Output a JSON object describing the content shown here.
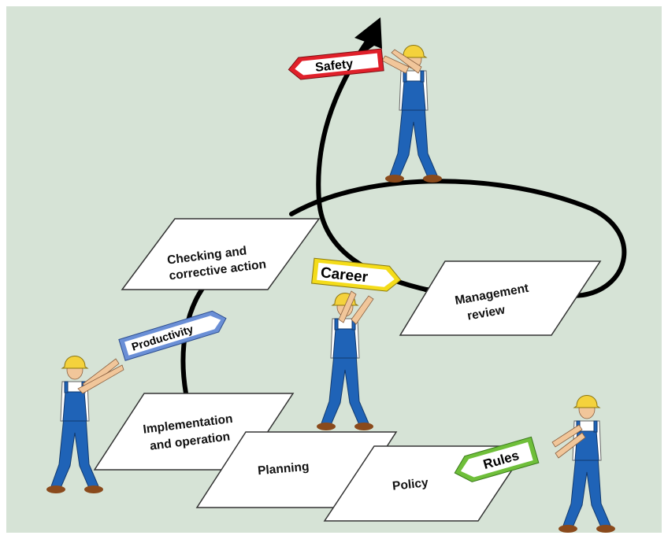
{
  "colors": {
    "background": "#d6e3d6",
    "border": "#ffffff",
    "card": "#ffffff",
    "path": "#000000",
    "overalls": "#1f63b7",
    "shirt": "#ffffff",
    "helmet": "#f4d23c",
    "skin": "#f1c69a",
    "boots": "#8a4a1c",
    "sign_safety": "#e0202a",
    "sign_career": "#f4dc1a",
    "sign_productivity": "#6a8fd6",
    "sign_rules": "#6fbf3a"
  },
  "steps": [
    {
      "id": "checking",
      "lines": [
        "Checking and",
        "corrective action"
      ]
    },
    {
      "id": "management",
      "lines": [
        "Management",
        "review"
      ]
    },
    {
      "id": "implementation",
      "lines": [
        "Implementation",
        "and operation"
      ]
    },
    {
      "id": "planning",
      "lines": [
        "Planning"
      ]
    },
    {
      "id": "policy",
      "lines": [
        "Policy"
      ]
    }
  ],
  "signs": {
    "safety": "Safety",
    "career": "Career",
    "productivity": "Productivity",
    "rules": "Rules"
  },
  "icons": [
    "worker-icon",
    "arrow-head-icon"
  ]
}
